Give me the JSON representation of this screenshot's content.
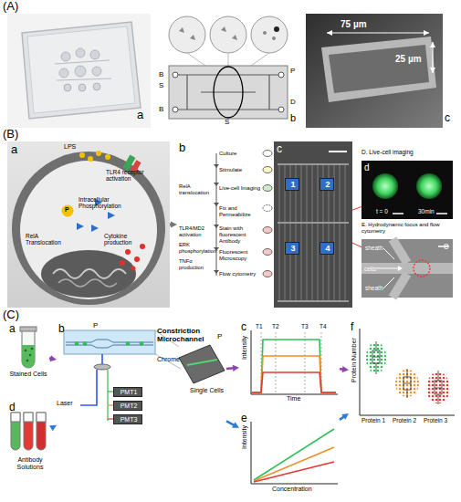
{
  "diagram": {
    "nodes": [
      {
        "text": [
          "a"
        ]
      },
      {
        "text": [
          "b",
          "B",
          "S",
          "P",
          "B",
          "D",
          "S"
        ]
      },
      {
        "text": [
          "c",
          "75 µm",
          "25 µm"
        ]
      },
      {
        "text": [
          "a",
          "LPS",
          "TLR4 receptor activation",
          "P",
          "Intracellular Phosphorylation",
          "RelA Translocation",
          "Cytokine production"
        ]
      },
      {
        "text": [
          "b",
          "Culture",
          "Stimulate",
          "Live-cell Imaging",
          "Fix and Permeabilize",
          "Stain with fluorescent Antibody",
          "Fluorescent Microscopy",
          "Flow cytometry",
          "RelA translocation",
          "TLR4/MD2 activation",
          "ERK phosphorylation",
          "TNFα production"
        ]
      },
      {
        "text": [
          "c"
        ]
      },
      {
        "text": [
          "1"
        ],
        "in": 5
      },
      {
        "text": [
          "2"
        ],
        "in": 5
      },
      {
        "text": [
          "3"
        ],
        "in": 5
      },
      {
        "text": [
          "4"
        ],
        "in": 5
      },
      {
        "text": [
          "D. Live-cell imaging",
          "d",
          "t = 0",
          "30min"
        ]
      },
      {
        "text": [
          "E. Hydrodynamic focus and flow cytometry",
          "e",
          "sheath",
          "cells",
          "sheath"
        ]
      },
      {
        "text": [
          "a",
          "Stained Cells"
        ]
      },
      {
        "text": [
          "b",
          "P",
          "Constriction Microchannel",
          "Chrome",
          "P",
          "Single Cells",
          "Laser"
        ]
      },
      {
        "text": [
          "PMT1"
        ],
        "in": 13
      },
      {
        "text": [
          "PMT2"
        ],
        "in": 13
      },
      {
        "text": [
          "PMT3"
        ],
        "in": 13
      },
      {
        "text": [
          "c",
          "Intensity",
          "Time",
          "T1",
          "T2",
          "T3",
          "T4"
        ]
      },
      {
        "text": [
          "f",
          "Protein Number",
          "Protein 1",
          "Protein 2",
          "Protein 3"
        ]
      },
      {
        "text": [
          "d",
          "Antibody Solutions"
        ]
      },
      {
        "text": [
          "e",
          "Intensity",
          "Concentration"
        ]
      }
    ],
    "edges": [
      {
        "from": 3,
        "to": 4,
        "arrow": "to"
      },
      {
        "from": 5,
        "to": 10,
        "arrow": "none"
      },
      {
        "from": 5,
        "to": 11,
        "arrow": "none"
      },
      {
        "from": 12,
        "to": 13,
        "arrow": "to"
      },
      {
        "from": 19,
        "to": 13,
        "arrow": "to"
      },
      {
        "from": 13,
        "to": 17,
        "arrow": "to"
      },
      {
        "from": 13,
        "to": 20,
        "arrow": "to"
      },
      {
        "from": 17,
        "to": 18,
        "arrow": "to"
      },
      {
        "from": 20,
        "to": 18,
        "arrow": "to"
      }
    ],
    "labels": [
      "(A)",
      "(B)",
      "(C)"
    ]
  }
}
